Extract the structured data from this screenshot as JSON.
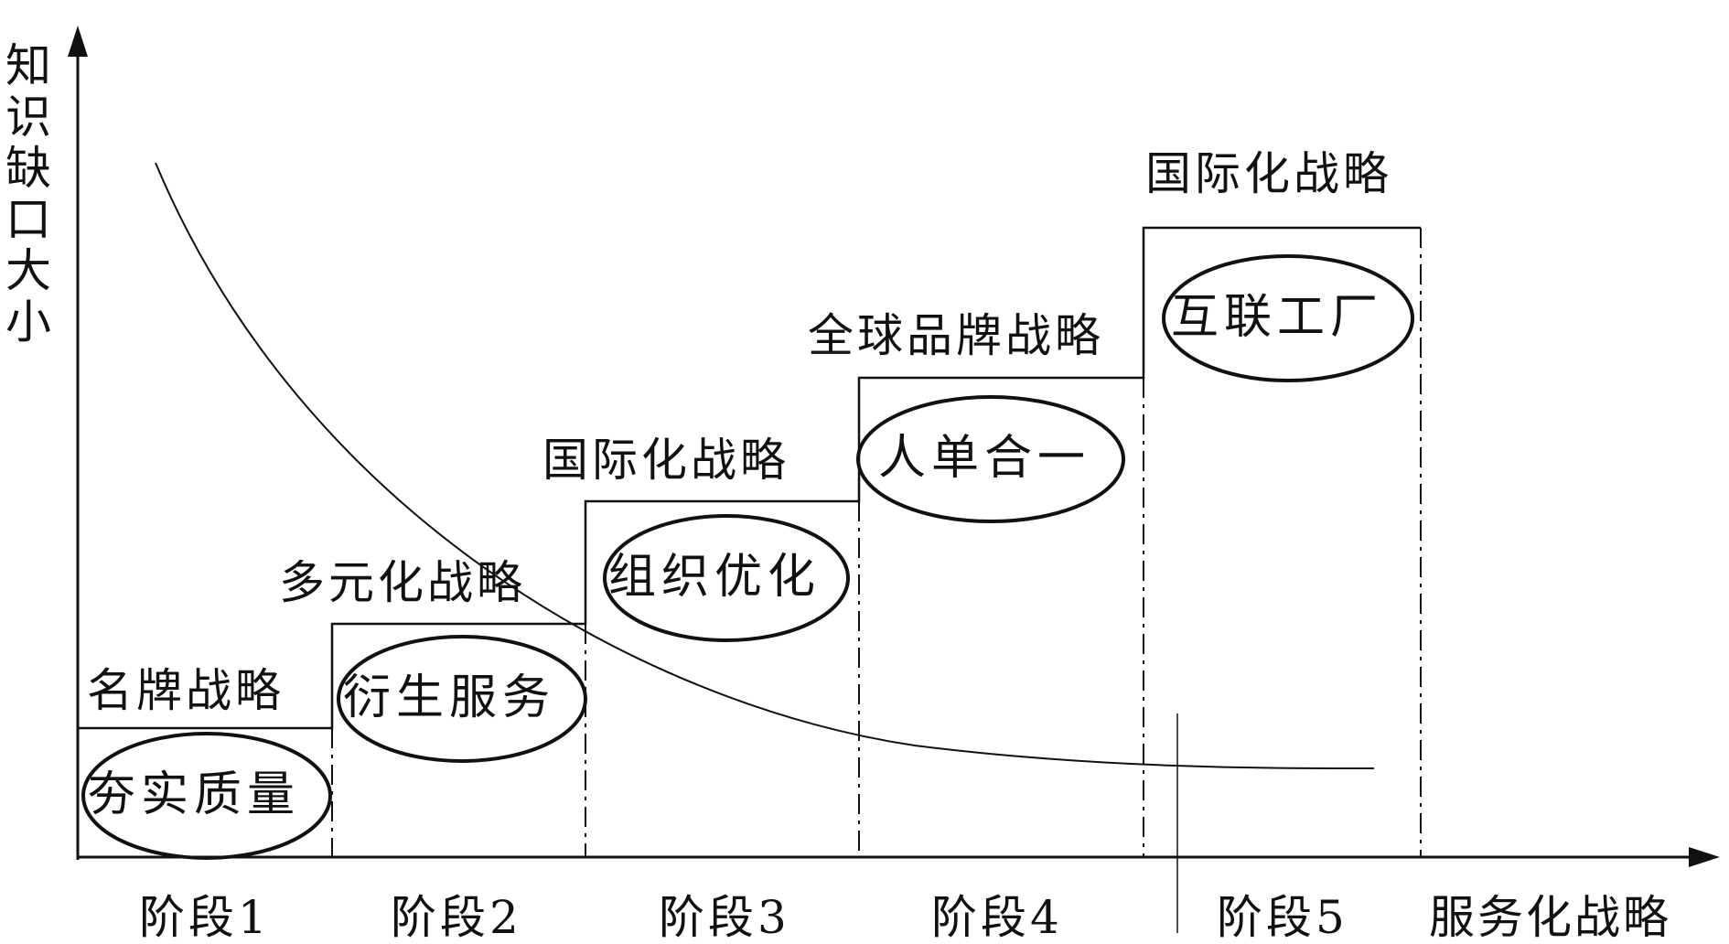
{
  "y_axis_label": "知识缺口大小",
  "x_axis_label": "服务化战略",
  "steps": [
    {
      "strategy": "名牌战略",
      "content": "夯实质量",
      "stage": "阶段1"
    },
    {
      "strategy": "多元化战略",
      "content": "衍生服务",
      "stage": "阶段2"
    },
    {
      "strategy": "国际化战略",
      "content": "组织优化",
      "stage": "阶段3"
    },
    {
      "strategy": "全球品牌战略",
      "content": "人单合一",
      "stage": "阶段4"
    },
    {
      "strategy": "国际化战略",
      "content": "互联工厂",
      "stage": "阶段5"
    }
  ],
  "colors": {
    "line": "#111111",
    "background": "#ffffff"
  }
}
